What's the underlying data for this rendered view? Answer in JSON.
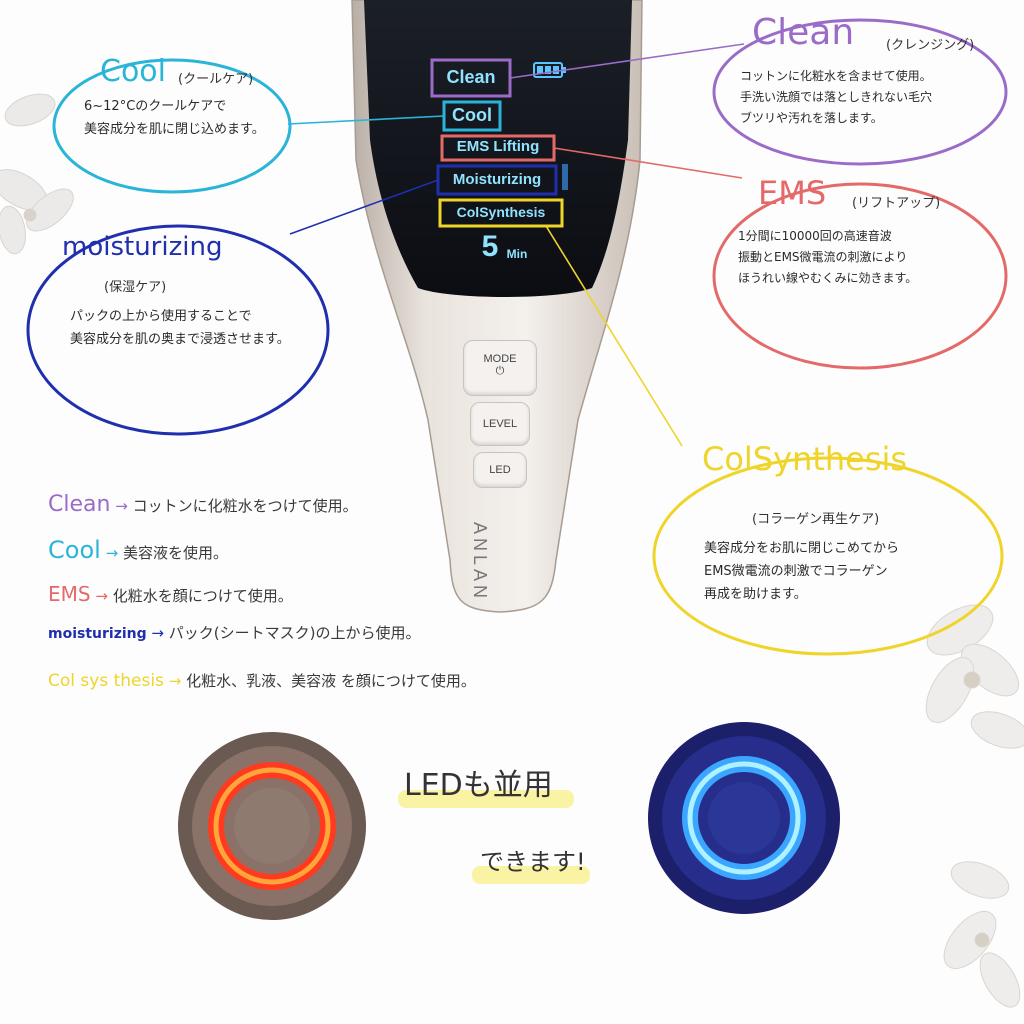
{
  "colors": {
    "clean": "#9a6cc8",
    "cool": "#2ab5d8",
    "ems": "#e46a6a",
    "moisturizing": "#1f2fae",
    "col": "#efd42a",
    "highlight": "#fbf3a4"
  },
  "device": {
    "screen_labels": {
      "clean": "Clean",
      "cool": "Cool",
      "ems": "EMS Lifting",
      "moisturizing": "Moisturizing",
      "col": "ColSynthesis",
      "timer_value": "5",
      "timer_unit": "Min"
    },
    "buttons": {
      "mode": "MODE",
      "mode_icon": "⏻",
      "level": "LEVEL",
      "led": "LED"
    },
    "brand": "ANLAN"
  },
  "notes": {
    "cool": {
      "title": "Cool",
      "title_sub": "(クールケア)",
      "lines": [
        "6~12°Cのクールケアで",
        "美容成分を肌に閉じ込めます。"
      ]
    },
    "clean": {
      "title": "Clean",
      "title_sub": "(クレンジング)",
      "lines": [
        "コットンに化粧水を含ませて使用。",
        "手洗い洗顔では落としきれない毛穴",
        "ブツリや汚れを落します。"
      ]
    },
    "moisturizing": {
      "title": "moisturizing",
      "title_sub": "(保湿ケア)",
      "lines": [
        "パックの上から使用することで",
        "美容成分を肌の奥まで浸透させます。"
      ]
    },
    "ems": {
      "title": "EMS",
      "title_sub": "(リフトアップ)",
      "lines": [
        "1分間に10000回の高速音波",
        "振動とEMS微電流の刺激により",
        "ほうれい線やむくみに効きます。"
      ]
    },
    "col": {
      "title": "ColSynthesis",
      "title_sub": "(コラーゲン再生ケア)",
      "lines": [
        "美容成分をお肌に閉じこめてから",
        "EMS微電流の刺激でコラーゲン",
        "再成を助けます。"
      ]
    }
  },
  "summary": [
    {
      "label": "Clean",
      "arrow": "→",
      "text": "コットンに化粧水をつけて使用。"
    },
    {
      "label": "Cool",
      "arrow": "→",
      "text": "美容液を使用。"
    },
    {
      "label": "EMS",
      "arrow": "→",
      "text": "化粧水を顔につけて使用。"
    },
    {
      "label": "moisturizing",
      "arrow": "→",
      "text": "パック(シートマスク)の上から使用。"
    },
    {
      "label": "Col sys thesis",
      "arrow": "→",
      "text": "化粧水、乳液、美容液 を顔につけて使用。"
    }
  ],
  "led_caption": {
    "line1": "LEDも並用",
    "line2": "できます!"
  }
}
